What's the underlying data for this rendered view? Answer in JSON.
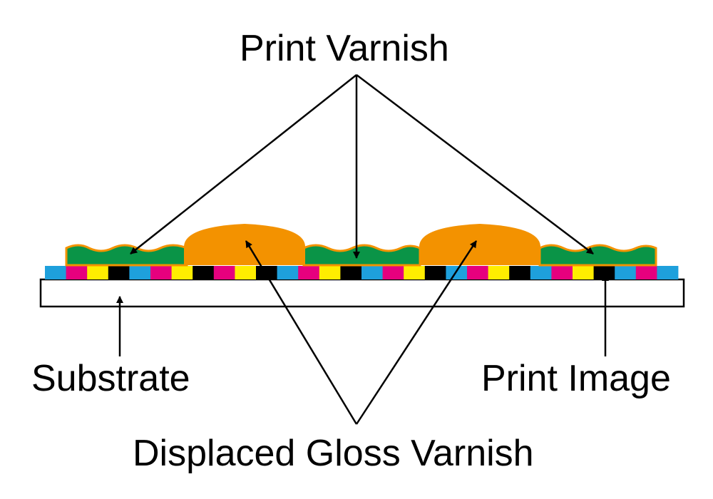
{
  "labels": {
    "print_varnish": "Print Varnish",
    "substrate": "Substrate",
    "print_image": "Print Image",
    "displaced_gloss_varnish": "Displaced Gloss Varnish"
  },
  "colors": {
    "print_varnish_green": "#0a9447",
    "varnish_orange": "#f39200",
    "cyan": "#1ea0dc",
    "magenta": "#e6007e",
    "yellow": "#ffed00",
    "black": "#000000",
    "substrate_fill": "#ffffff",
    "outline": "#000000"
  },
  "print_image_pattern": [
    "cyan",
    "magenta",
    "yellow",
    "black",
    "cyan",
    "magenta",
    "yellow",
    "black",
    "magenta",
    "yellow",
    "black",
    "cyan",
    "magenta",
    "yellow",
    "black",
    "cyan",
    "magenta",
    "yellow",
    "black",
    "cyan",
    "magenta",
    "yellow",
    "black",
    "cyan",
    "magenta",
    "yellow",
    "black",
    "cyan",
    "magenta",
    "cyan"
  ]
}
